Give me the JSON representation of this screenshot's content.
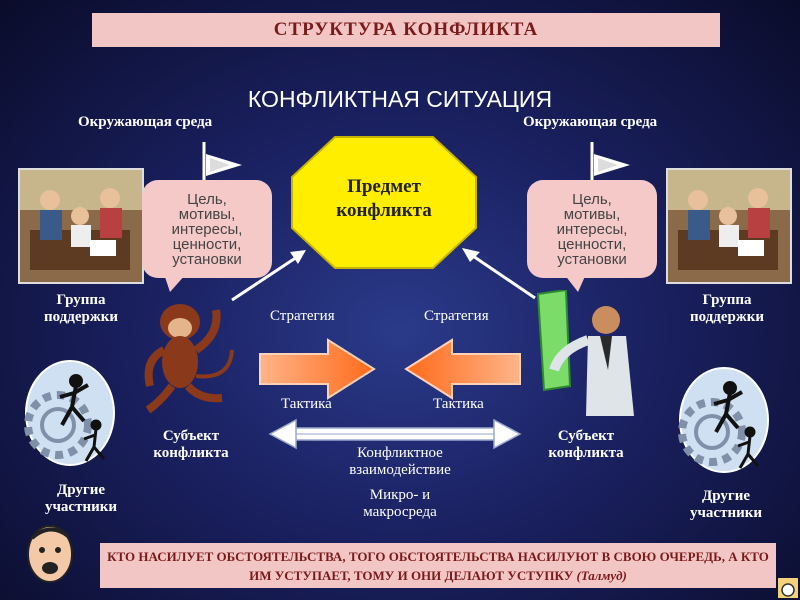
{
  "banner": {
    "title": "СТРУКТУРА КОНФЛИКТА"
  },
  "heading": "КОНФЛИКТНАЯ СИТУАЦИЯ",
  "left": {
    "environment": "Окружающая среда",
    "bubble_lines": [
      "Цель,",
      "мотивы,",
      "интересы,",
      "ценности,",
      "установки"
    ],
    "support_group": [
      "Группа",
      "поддержки"
    ],
    "strategy": "Стратегия",
    "tactic": "Тактика",
    "subject": [
      "Субъект",
      "конфликта"
    ],
    "others": [
      "Другие",
      "участники"
    ]
  },
  "right": {
    "environment": "Окружающая среда",
    "bubble_lines": [
      "Цель,",
      "мотивы,",
      "интересы,",
      "ценности,",
      "установки"
    ],
    "support_group": [
      "Группа",
      "поддержки"
    ],
    "strategy": "Стратегия",
    "tactic": "Тактика",
    "subject": [
      "Субъект",
      "конфликта"
    ],
    "others": [
      "Другие",
      "участники"
    ]
  },
  "center": {
    "subject_of_conflict": [
      "Предмет",
      "конфликта"
    ],
    "interaction": [
      "Конфликтное",
      "взаимодействие"
    ],
    "environment_levels": [
      "Микро- и",
      "макросреда"
    ]
  },
  "footer": {
    "quote": "КТО НАСИЛУЕТ ОБСТОЯТЕЛЬСТВА, ТОГО ОБСТОЯТЕЛЬСТВА НАСИЛУЮТ В СВОЮ ОЧЕРЕДЬ, А КТО ИМ УСТУПАЕТ, ТОМУ И ОНИ ДЕЛАЮТ УСТУПКУ",
    "source": "(Талмуд)"
  },
  "colors": {
    "banner_bg": "#f3c6c6",
    "banner_text": "#7a1a1a",
    "octagon": "#ffee00",
    "bubble": "#f6c9c9",
    "arrow": "#ff8a3a"
  },
  "icons": [
    "flag-icon",
    "office-photo",
    "monkey-figure",
    "businessman-figure",
    "gear-runner-icon",
    "face-icon",
    "corner-logo-icon"
  ]
}
